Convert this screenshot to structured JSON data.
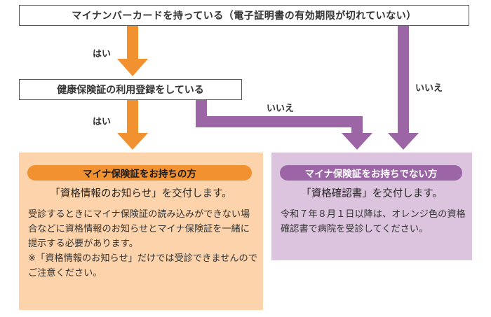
{
  "top_condition": "マイナンバーカードを持っている（電子証明書の有効期限が切れていない）",
  "mid_condition": "健康保険証の利用登録をしている",
  "labels": {
    "yes_1": "はい",
    "yes_2": "はい",
    "no_1": "いいえ",
    "no_2": "いいえ"
  },
  "panel_orange": {
    "title": "マイナ保険証をお持ちの方",
    "lead": "「資格情報のお知らせ」を交付します。",
    "body": "受診するときにマイナ保険証の読み込みができない場合などに資格情報のお知らせとマイナ保険証を一緒に提示する必要があります。",
    "note": "※「資格情報のお知らせ」だけでは受診できませんのでご注意ください。"
  },
  "panel_purple": {
    "title": "マイナ保険証をお持ちでない方",
    "lead": "「資格確認書」を交付します。",
    "body": "令和７年８月１日以降は、オレンジ色の資格確認書で病院を受診してください。"
  },
  "colors": {
    "orange_arrow": "#f29130",
    "purple_arrow": "#9b65a6",
    "orange_panel": "#fdd3ab",
    "purple_panel": "#dcc4de"
  }
}
